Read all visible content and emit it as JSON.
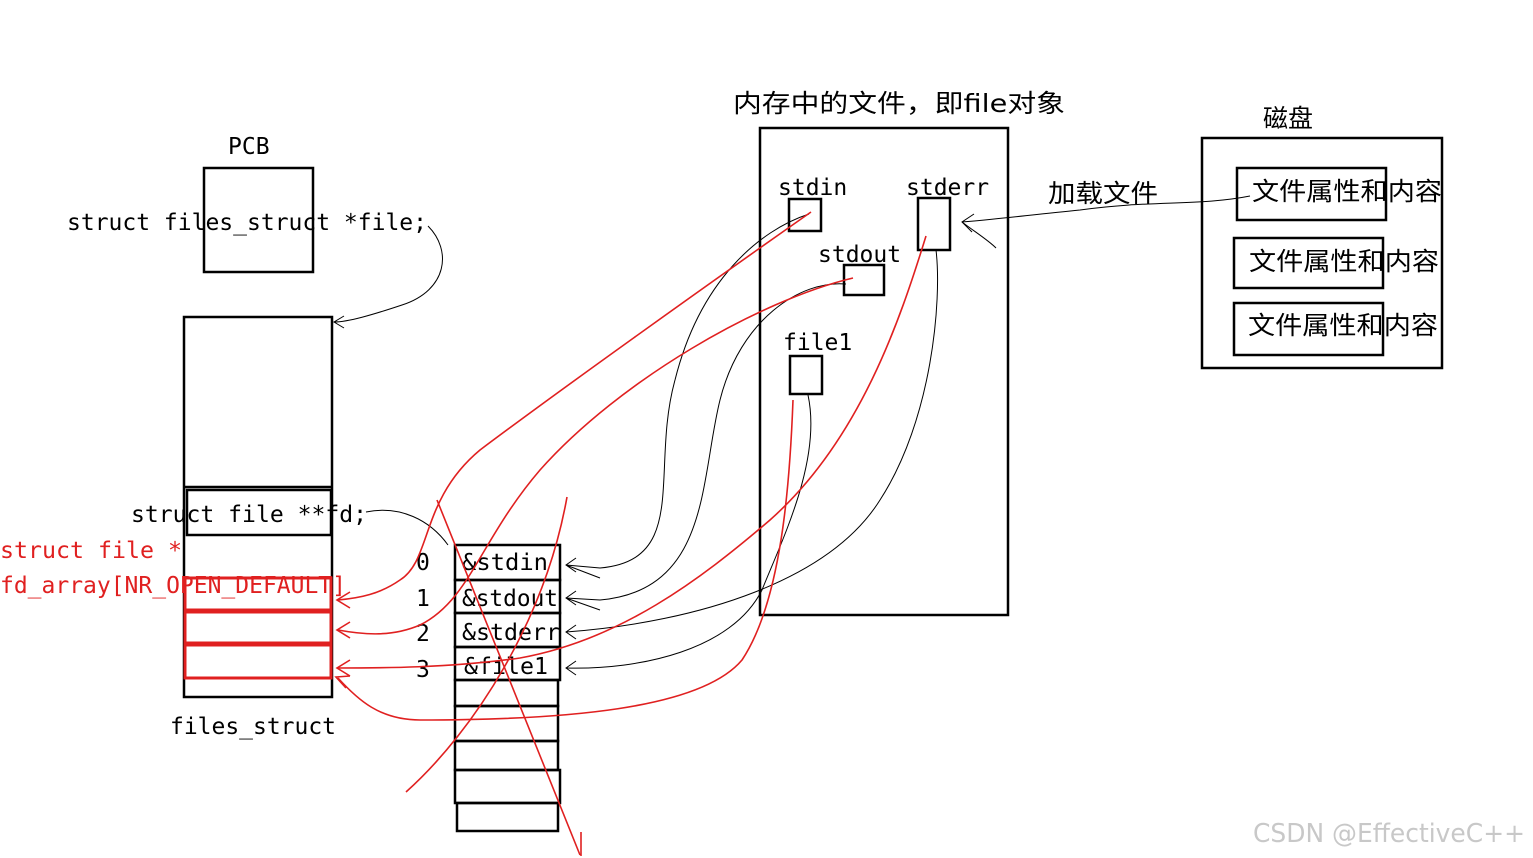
{
  "pcb": {
    "label": "PCB",
    "field": "struct files_struct *file;"
  },
  "files_struct": {
    "fd_field": "struct file **fd;",
    "array_decl_line1": "struct file *",
    "array_decl_line2": "fd_array[NR_OPEN_DEFAULT]",
    "label": "files_struct"
  },
  "fd_table": {
    "rows": [
      {
        "index": "0",
        "entry": "&stdin"
      },
      {
        "index": "1",
        "entry": "&stdout"
      },
      {
        "index": "2",
        "entry": "&stderr"
      },
      {
        "index": "3",
        "entry": "&file1"
      }
    ]
  },
  "memory": {
    "title": "内存中的文件，即file对象",
    "files": {
      "stdin": "stdin",
      "stderr": "stderr",
      "stdout": "stdout",
      "file1": "file1"
    }
  },
  "load_label": "加载文件",
  "disk": {
    "title": "磁盘",
    "items": [
      "文件属性和内容",
      "文件属性和内容",
      "文件属性和内容"
    ]
  },
  "watermark": "CSDN @EffectiveC++",
  "colors": {
    "ink": "#000000",
    "annotation": "#e02020",
    "watermark": "#c8c8c8"
  }
}
